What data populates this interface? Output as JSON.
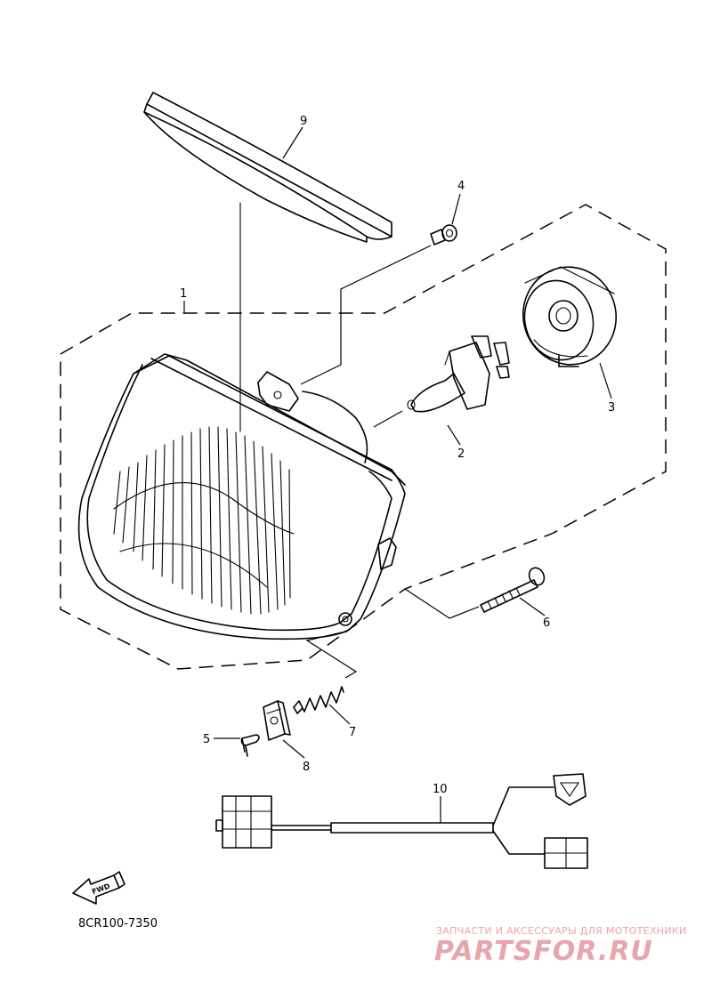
{
  "diagram": {
    "code": "8CR100-7350",
    "direction_arrow": "FWD",
    "callouts": [
      {
        "id": "1",
        "part": "headlight-assembly"
      },
      {
        "id": "2",
        "part": "bulb"
      },
      {
        "id": "3",
        "part": "bulb-socket-cover"
      },
      {
        "id": "4",
        "part": "screw"
      },
      {
        "id": "5",
        "part": "clip"
      },
      {
        "id": "6",
        "part": "adjusting-screw"
      },
      {
        "id": "7",
        "part": "spring"
      },
      {
        "id": "8",
        "part": "nut"
      },
      {
        "id": "9",
        "part": "lens-trim-strip"
      },
      {
        "id": "10",
        "part": "wire-harness"
      }
    ]
  },
  "watermark": {
    "subtitle": "ЗАПЧАСТИ И АКСЕССУАРЫ ДЛЯ МОТОТЕХНИКИ",
    "logo": "PARTSFOR.RU",
    "color": "#e8a5ad"
  }
}
